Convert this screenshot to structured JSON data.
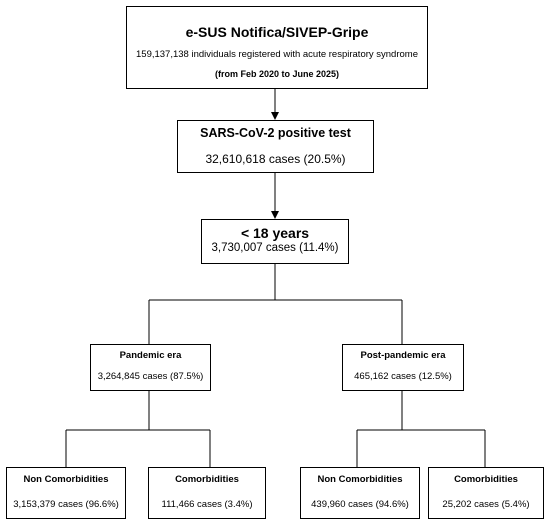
{
  "nodes": {
    "source": {
      "title": "e-SUS Notifica/SIVEP-Gripe",
      "count_line": "159,137,138  individuals registered with acute respiratory syndrome",
      "period": "(from Feb 2020 to June 2025)"
    },
    "positive": {
      "title": "SARS-CoV-2 positive test",
      "count": "32,610,618 cases (20.5%)"
    },
    "under18": {
      "title": "< 18 years",
      "count": "3,730,007 cases (11.4%)"
    },
    "pandemic": {
      "title": "Pandemic era",
      "count": "3,264,845 cases (87.5%)"
    },
    "postpandemic": {
      "title": "Post-pandemic era",
      "count": "465,162 cases (12.5%)"
    },
    "pandemic_noncomorb": {
      "title": "Non Comorbidities",
      "count": "3,153,379 cases (96.6%)"
    },
    "pandemic_comorb": {
      "title": "Comorbidities",
      "count": "111,466  cases (3.4%)"
    },
    "post_noncomorb": {
      "title": "Non Comorbidities",
      "count": "439,960 cases (94.6%)"
    },
    "post_comorb": {
      "title": "Comorbidities",
      "count": "25,202 cases (5.4%)"
    }
  },
  "colors": {
    "line": "#000000",
    "box_border": "#000000",
    "background": "#ffffff"
  }
}
